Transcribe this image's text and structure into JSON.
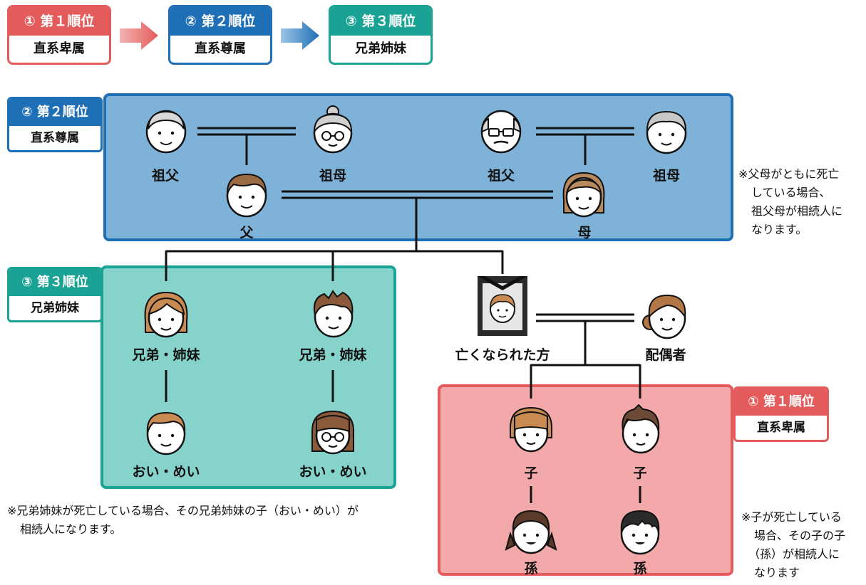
{
  "legend": [
    {
      "header": "① 第１順位",
      "body": "直系卑属",
      "color": "#e35b5b"
    },
    {
      "header": "② 第２順位",
      "body": "直系尊属",
      "color": "#1e6fb5"
    },
    {
      "header": "③ 第３順位",
      "body": "兄弟姉妹",
      "color": "#1aa394"
    }
  ],
  "regions": {
    "second": {
      "header": "② 第２順位",
      "body": "直系尊属",
      "color": "#1e6fb5",
      "fill": "#7fb2d8"
    },
    "third": {
      "header": "③ 第３順位",
      "body": "兄弟姉妹",
      "color": "#1aa394",
      "fill": "#86d3cc"
    },
    "first": {
      "header": "① 第１順位",
      "body": "直系卑属",
      "color": "#e35b5b",
      "fill": "#f3a9aa"
    }
  },
  "people": {
    "grandfather_paternal": "祖父",
    "grandmother_paternal": "祖母",
    "grandfather_maternal": "祖父",
    "grandmother_maternal": "祖母",
    "father": "父",
    "mother": "母",
    "sibling1": "兄弟・姉妹",
    "sibling2": "兄弟・姉妹",
    "nephew1": "おい・めい",
    "nephew2": "おい・めい",
    "deceased": "亡くなられた方",
    "spouse": "配偶者",
    "child1": "子",
    "child2": "子",
    "grandchild1": "孫",
    "grandchild2": "孫"
  },
  "notes": {
    "parents": [
      "※父母がともに死亡",
      "している場合、",
      "祖父母が相続人に",
      "なります。"
    ],
    "siblings": [
      "※兄弟姉妹が死亡している場合、その兄弟姉妹の子（おい・めい）が",
      "相続人になります。"
    ],
    "children": [
      "※子が死亡している",
      "場合、その子の子",
      "（孫）が相続人に",
      "なります"
    ]
  }
}
